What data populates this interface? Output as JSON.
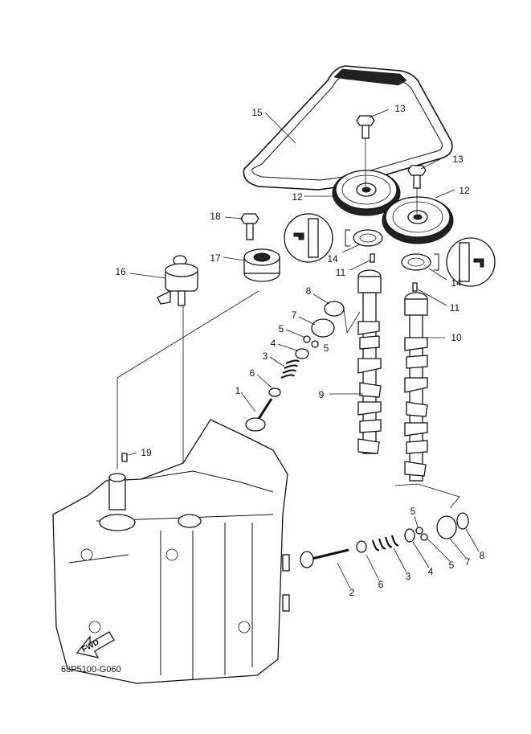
{
  "diagram_code": "63P5100-G060",
  "fwd_label": "FWD",
  "callouts": [
    "1",
    "2",
    "3",
    "4",
    "5",
    "6",
    "7",
    "8",
    "9",
    "10",
    "11",
    "12",
    "13",
    "14",
    "15",
    "16",
    "17",
    "18",
    "19"
  ]
}
